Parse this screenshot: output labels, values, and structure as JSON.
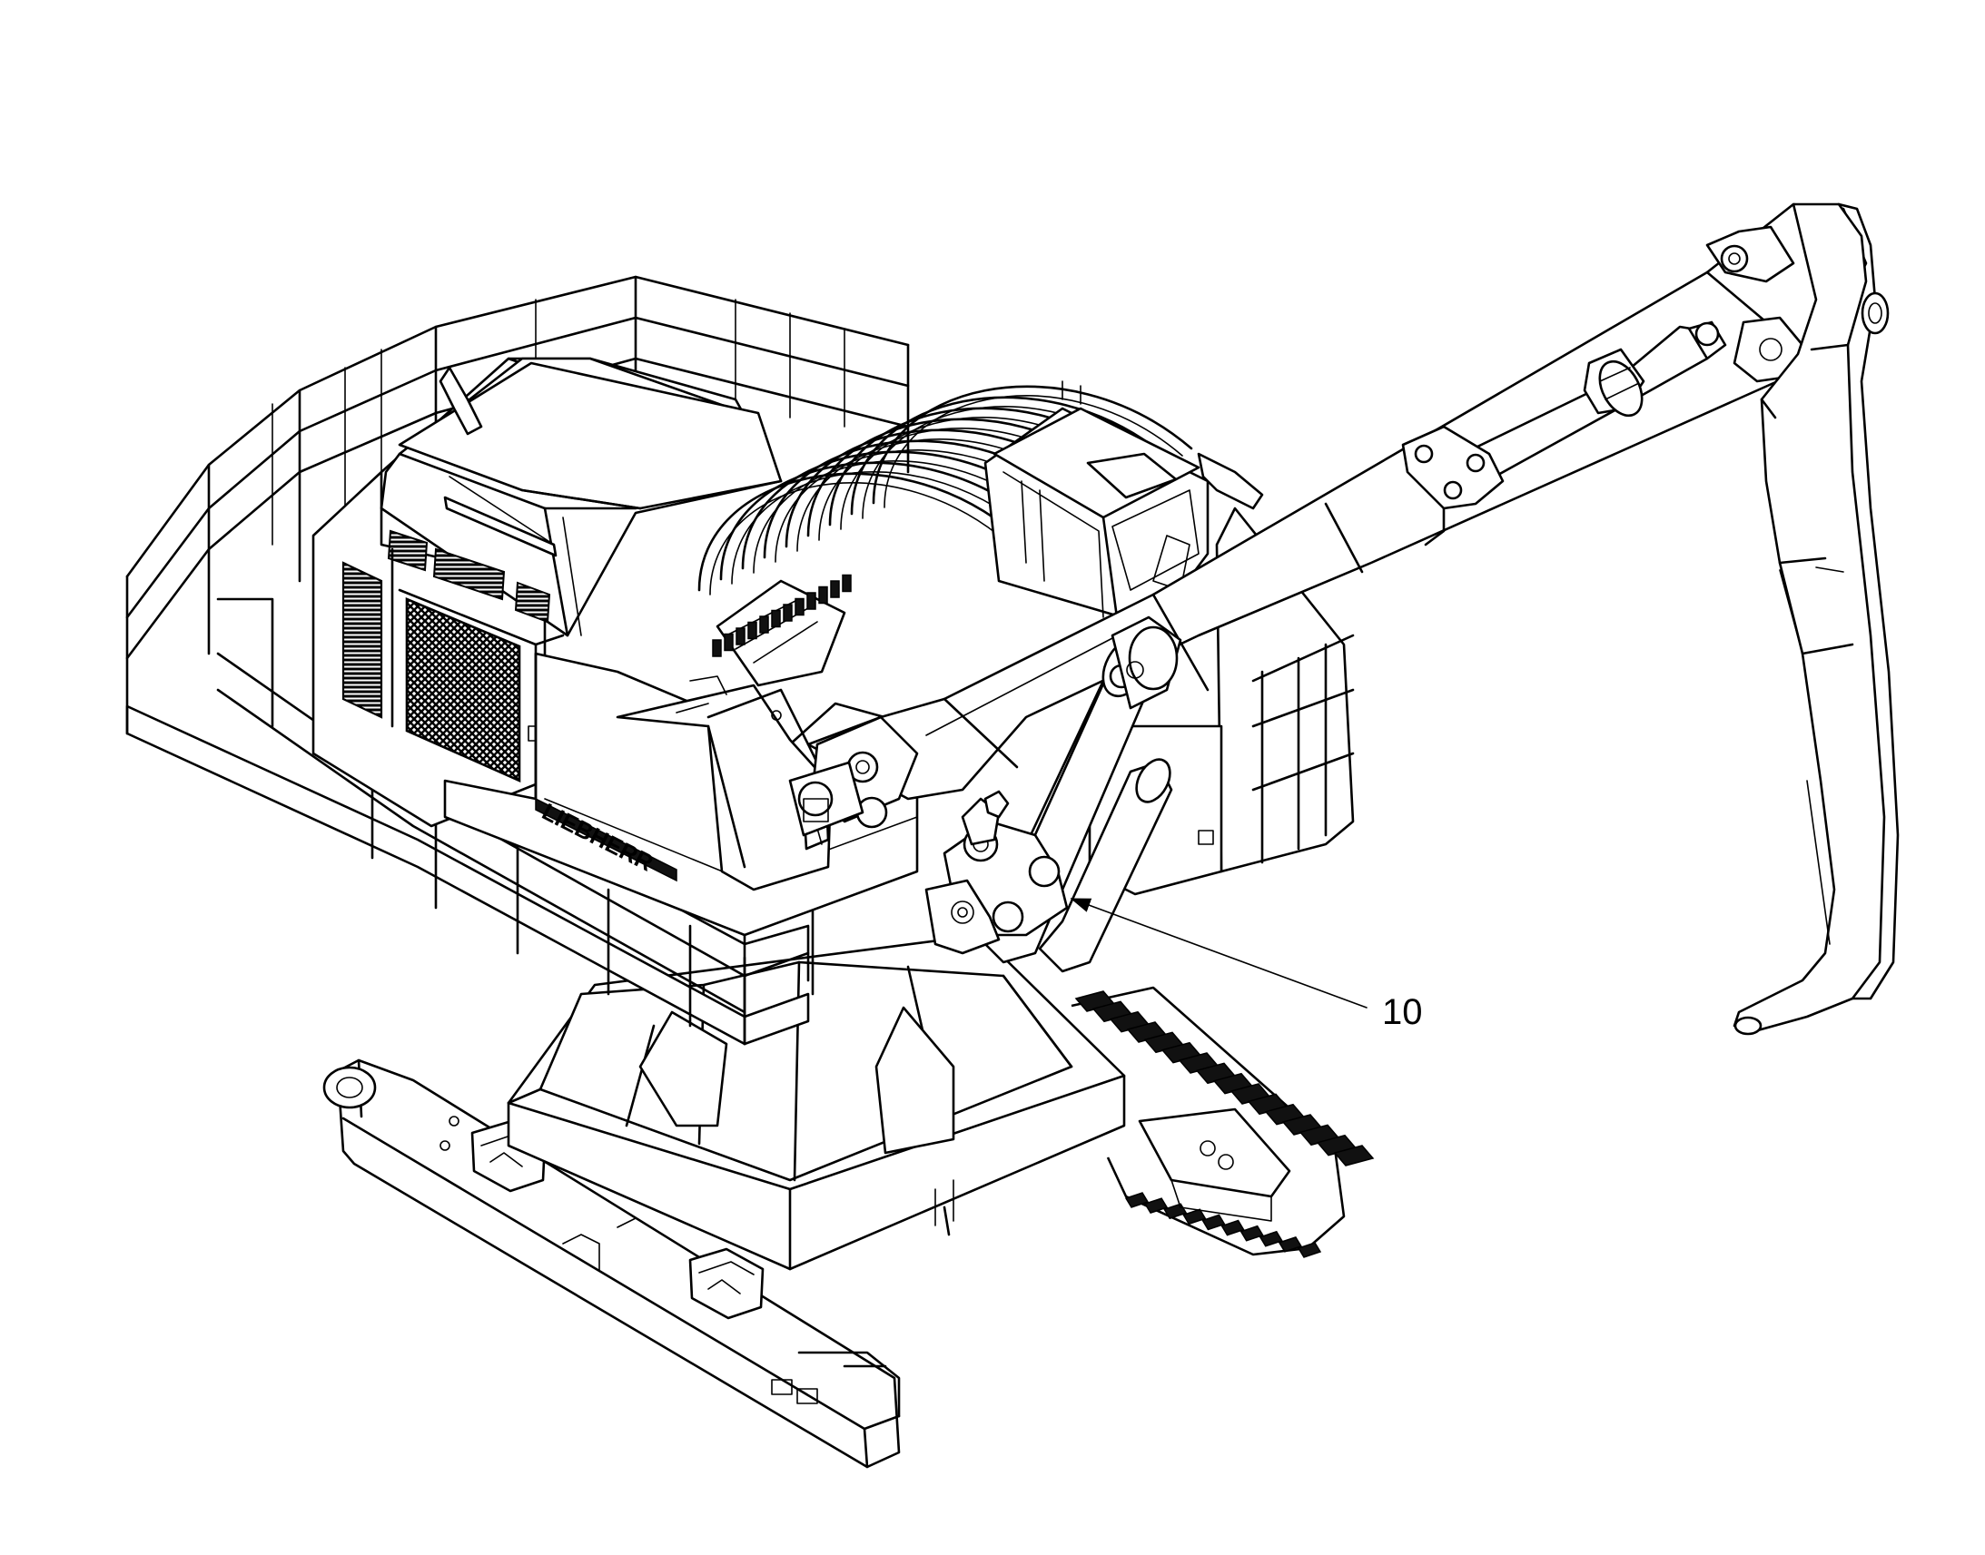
{
  "drawing": {
    "subject": "hydraulic-excavator-isometric-line-drawing",
    "brand_lettering": "LIEBHERR",
    "line_color": "#000000",
    "background_color": "#ffffff"
  },
  "callouts": [
    {
      "label": "10"
    }
  ]
}
